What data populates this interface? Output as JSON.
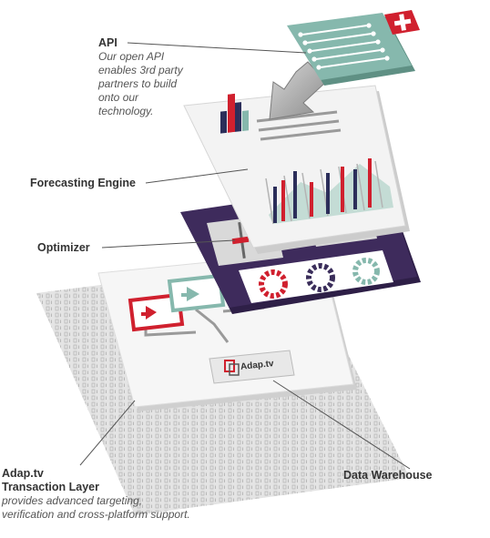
{
  "labels": {
    "api": {
      "title": "API",
      "desc_lines": [
        "Our open API",
        "enables 3rd party",
        "partners to build",
        "onto our",
        "technology."
      ]
    },
    "forecasting": {
      "title": "Forecasting Engine"
    },
    "optimizer": {
      "title": "Optimizer"
    },
    "transaction": {
      "title_lines": [
        "Adap.tv",
        "Transaction Layer"
      ],
      "desc_lines": [
        "provides advanced targeting,",
        "verification and cross-platform support."
      ]
    },
    "warehouse": {
      "title": "Data Warehouse"
    }
  },
  "logo": {
    "text": "Adap.tv"
  },
  "colors": {
    "accent_red": "#d0202e",
    "teal": "#86b8ad",
    "purple": "#3e2b5c",
    "navy": "#2c2e5a",
    "panel_white": "#f4f4f4",
    "binary_gray": "#c8c8c8"
  }
}
